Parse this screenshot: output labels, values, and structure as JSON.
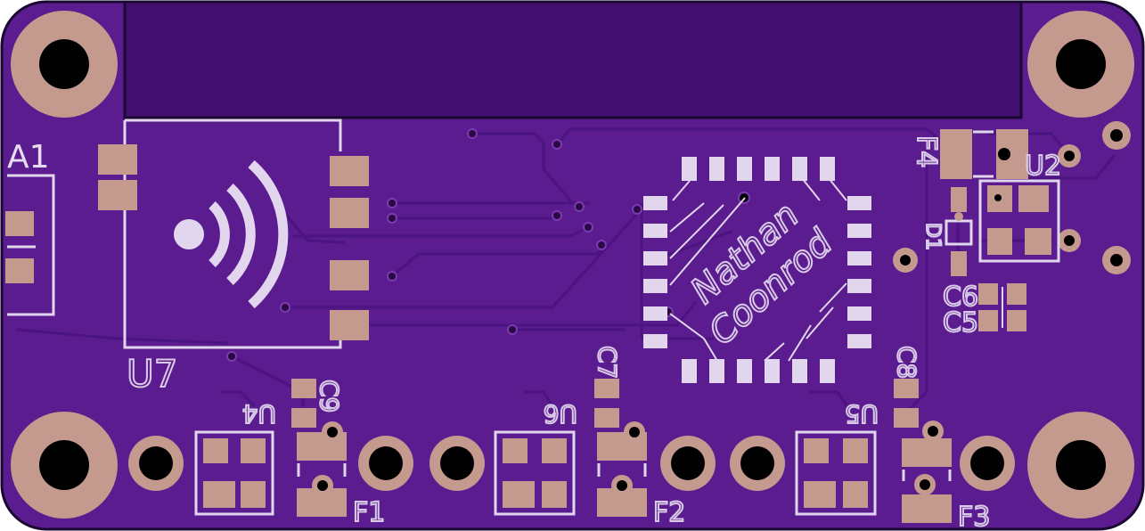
{
  "board": {
    "colors": {
      "edge": "#1a0830",
      "soldermask": "#5a1c8e",
      "trace": "#4a137a",
      "trace_light": "#6a2aa0",
      "pad": "#b08a8a",
      "pad_light": "#c49a8e",
      "silkscreen": "#e2d6ee",
      "hole": "#000000",
      "notch": "#420d6e"
    },
    "labels": {
      "a1": "A1",
      "u7": "U7",
      "u2": "U2",
      "f4": "F4",
      "d1": "D1",
      "c6": "C6",
      "c5": "C5",
      "c7": "C7",
      "c8": "C8",
      "c9": "C9",
      "u4": "U4",
      "u5": "U5",
      "u6": "U6",
      "f1": "F1",
      "f2": "F2",
      "f3": "F3"
    },
    "logo": {
      "line1": "Nathan",
      "line2": "Coonrod"
    },
    "icons": {
      "wifi": "wifi-icon"
    }
  }
}
